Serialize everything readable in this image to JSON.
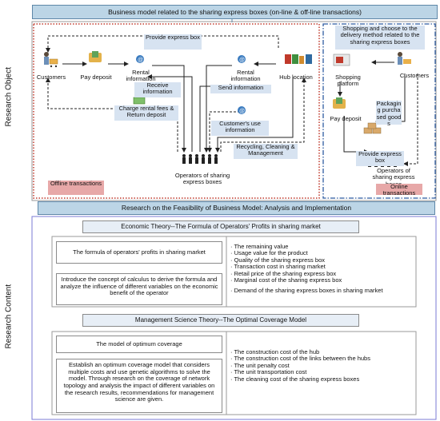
{
  "top_banner": "Business model related to the sharing express boxes (on-line & off-line transactions)",
  "left_vertical_label": "Research Object",
  "bottom_vertical_label": "Research Content",
  "offline": {
    "customers": "Customers",
    "pay_deposit": "Pay deposit",
    "rental_information_1": "Rental information",
    "receive_information": "Receive information",
    "rental_information_2": "Rental information",
    "send_information": "Send information",
    "hub_location": "Hub location",
    "provide_express_box": "Provide express box",
    "charge_rental_fees": "Charge rental fees & Return deposit",
    "customers_use_information": "Customer's use information",
    "recycling": "Recycling, Cleaning & Management",
    "operators": "Operators of sharing express boxes",
    "offline_transactions": "Offline transactions"
  },
  "online": {
    "shopping_choose": "Shopping and choose to the delivery method related to the sharing express boxes",
    "shopping_platform": "Shopping platform",
    "customers": "Customers",
    "pay_deposit": "Pay deposit",
    "packaging": "Packaging purchased goods",
    "provide_express_box": "Provide express box",
    "operators": "Operators of sharing express boxes",
    "online_transactions": "Online transactions"
  },
  "middle_banner": "Research on the Feasibility of Business Model: Analysis and Implementation",
  "economic": {
    "title": "Economic Theory--The Formula of Operators' Profits in sharing market",
    "formula_box": "The formula of  operators' profits in sharing market",
    "calculus_box": "Introduce the concept of calculus to derive the formula and analyze the influence of different variables on the economic benefit of the operator",
    "items": [
      "The remaining value",
      "Usage value for the product",
      "Quality of the sharing express box",
      "Transaction cost in sharing market",
      "Retail price of the sharing express box",
      "Marginal cost of the sharing express box",
      "Demand of the sharing express boxes in sharing market"
    ]
  },
  "management": {
    "title": "Management Science Theory--The Optimal Coverage Model",
    "model_box": "The model of optimum coverage",
    "establish_box": "Establish an optimum coverage model that considers multiple costs and use genetic algorithms to solve the model. Through research on the coverage of network topology and analysis the impact of different variables on the research results, recommendations for management science are given.",
    "items": [
      "The construction cost of the hub",
      "The construction cost of the links between the hubs",
      "The unit penalty cost",
      "The unit transportation cost",
      "The cleaning cost of the sharing express boxes"
    ]
  },
  "colors": {
    "banner_fill": "#bcd5e6",
    "offline_border": "#c0392b",
    "online_border": "#2c5aa0",
    "label_fill": "#d7e3f1",
    "transaction_fill": "#e7a8a8",
    "content_border": "#7b7bd6"
  }
}
